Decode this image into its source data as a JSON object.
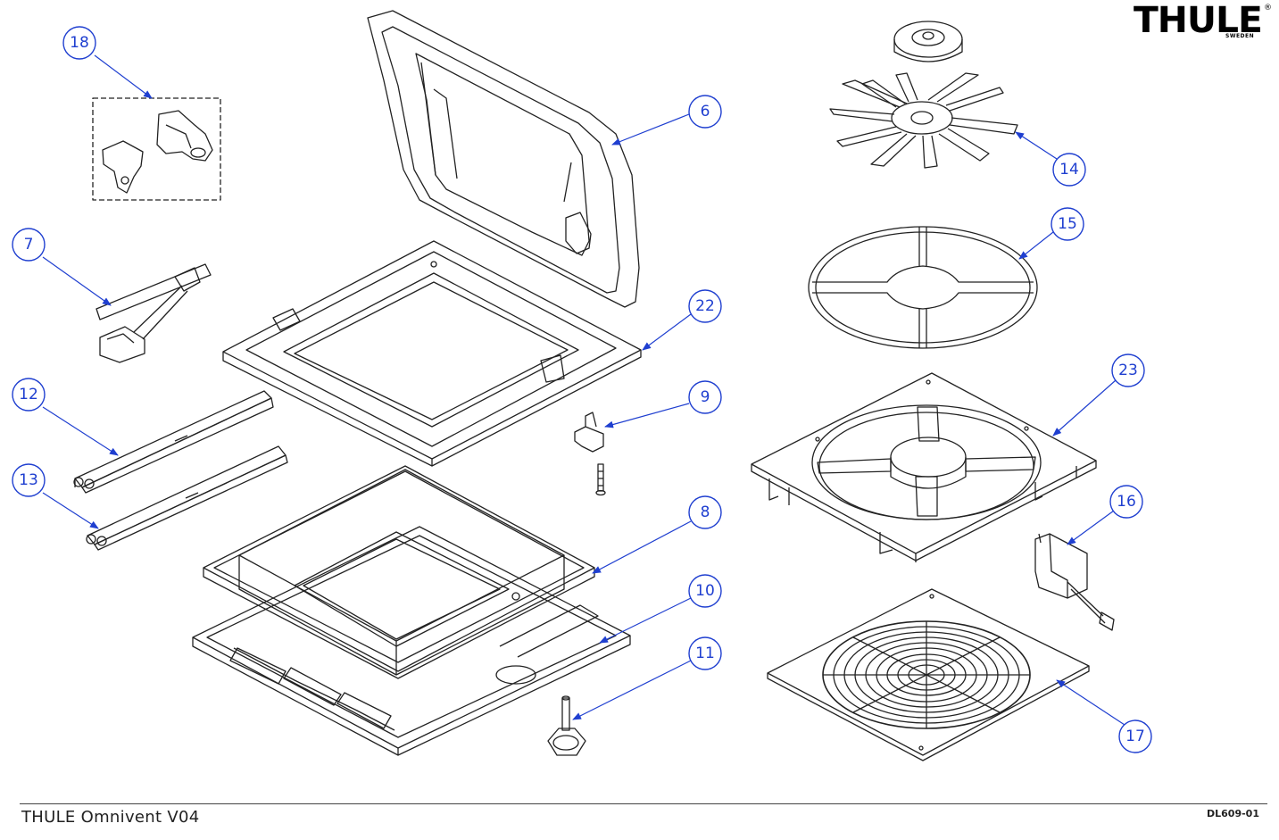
{
  "brand": {
    "name": "THULE",
    "sub": "SWEDEN",
    "reg": "®"
  },
  "footer": {
    "title": "THULE Omnivent V04",
    "code": "DL609-01"
  },
  "colors": {
    "callout": "#1f3fd0",
    "line": "#222222"
  },
  "callouts": [
    {
      "id": "18",
      "label": "18"
    },
    {
      "id": "7",
      "label": "7"
    },
    {
      "id": "12",
      "label": "12"
    },
    {
      "id": "13",
      "label": "13"
    },
    {
      "id": "6",
      "label": "6"
    },
    {
      "id": "22",
      "label": "22"
    },
    {
      "id": "9",
      "label": "9"
    },
    {
      "id": "8",
      "label": "8"
    },
    {
      "id": "10",
      "label": "10"
    },
    {
      "id": "11",
      "label": "11"
    },
    {
      "id": "14",
      "label": "14"
    },
    {
      "id": "15",
      "label": "15"
    },
    {
      "id": "23",
      "label": "23"
    },
    {
      "id": "16",
      "label": "16"
    },
    {
      "id": "17",
      "label": "17"
    }
  ]
}
